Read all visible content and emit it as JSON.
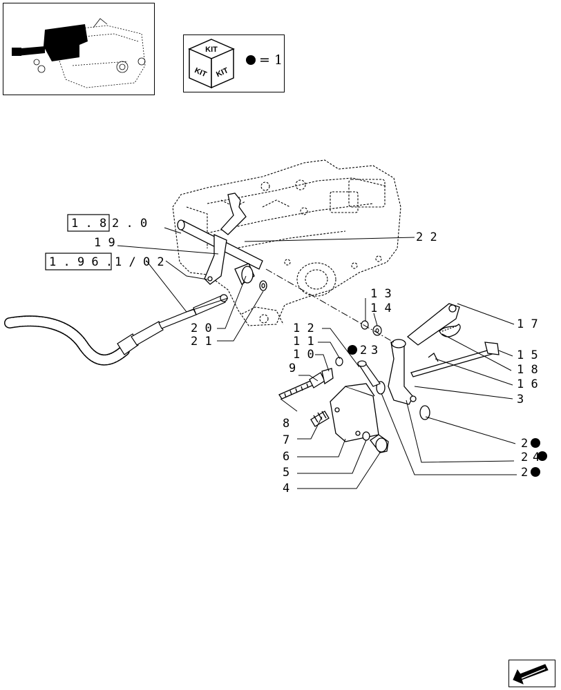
{
  "kit_legend": {
    "kit_word": "KIT",
    "equals_text": "= 1",
    "marker_icon": "filled-circle"
  },
  "references": {
    "ref_1": {
      "boxed": "1 . 8",
      "rest": "2 . 0"
    },
    "ref_2": {
      "boxed": "1 . 9 6 .",
      "rest": "1 / 0 2"
    }
  },
  "callouts": {
    "c2a": "2",
    "c2b": "2",
    "c2c": "2",
    "c2d": "2",
    "c3a": "3",
    "c3b": "3",
    "c4": "4",
    "c4b": "4",
    "c5": "5",
    "c6": "6",
    "c7": "7",
    "c8": "8",
    "c9": "9",
    "c10": "1 0",
    "c11": "1 1",
    "c12": "1 2",
    "c13": "1 3",
    "c14": "1 4",
    "c15": "1 5",
    "c16": "1 6",
    "c17": "1 7",
    "c18": "1 8",
    "c19": "1 9",
    "c20": "2 0",
    "c21": "2 1",
    "c22": "2 2"
  },
  "navigation": {
    "next_icon": "arrow-icon"
  }
}
